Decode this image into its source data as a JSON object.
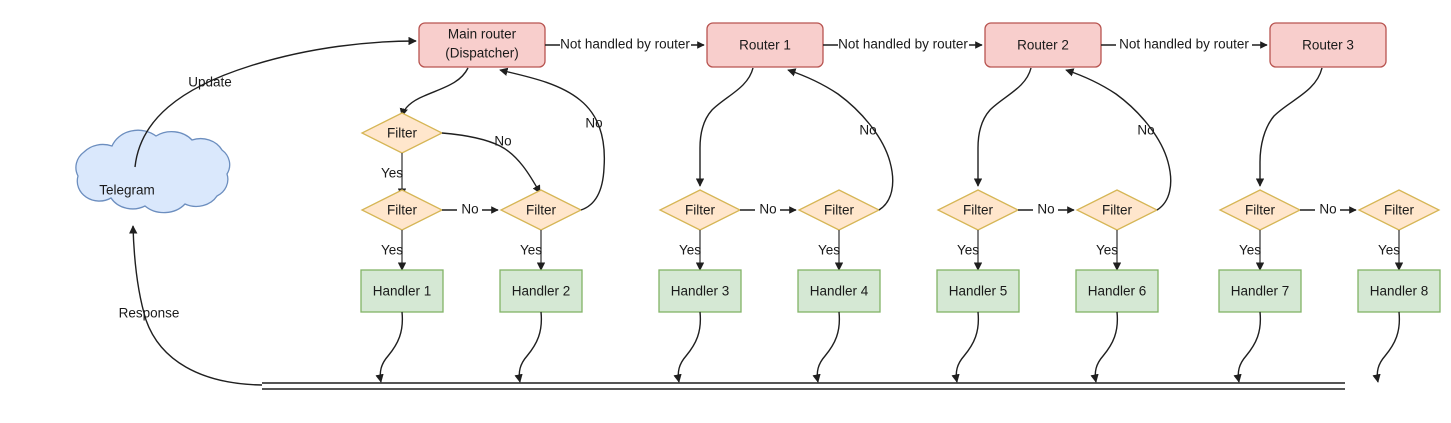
{
  "diagram": {
    "title": "Telegram bot update routing flow",
    "colors": {
      "router_fill": "#f8cecc",
      "router_stroke": "#b85450",
      "filter_fill": "#ffe6cc",
      "filter_stroke": "#d6b656",
      "handler_fill": "#d5e8d4",
      "handler_stroke": "#82b366",
      "cloud_fill": "#dae8fc",
      "cloud_stroke": "#6c8ebf",
      "edge_stroke": "#1f1f1f",
      "background": "#ffffff"
    },
    "source": {
      "label": "Telegram"
    },
    "routers": [
      {
        "id": "dispatcher",
        "line1": "Main router",
        "line2": "(Dispatcher)"
      },
      {
        "id": "router1",
        "line1": "Router 1",
        "line2": ""
      },
      {
        "id": "router2",
        "line1": "Router 2",
        "line2": ""
      },
      {
        "id": "router3",
        "line1": "Router 3",
        "line2": ""
      }
    ],
    "filters": [
      {
        "id": "filter-top-a",
        "label": "Filter"
      },
      {
        "id": "filter-1",
        "label": "Filter"
      },
      {
        "id": "filter-2",
        "label": "Filter"
      },
      {
        "id": "filter-3",
        "label": "Filter"
      },
      {
        "id": "filter-4",
        "label": "Filter"
      },
      {
        "id": "filter-5",
        "label": "Filter"
      },
      {
        "id": "filter-6",
        "label": "Filter"
      },
      {
        "id": "filter-7",
        "label": "Filter"
      },
      {
        "id": "filter-8",
        "label": "Filter"
      }
    ],
    "handlers": [
      {
        "id": "handler1",
        "label": "Handler 1"
      },
      {
        "id": "handler2",
        "label": "Handler 2"
      },
      {
        "id": "handler3",
        "label": "Handler 3"
      },
      {
        "id": "handler4",
        "label": "Handler 4"
      },
      {
        "id": "handler5",
        "label": "Handler 5"
      },
      {
        "id": "handler6",
        "label": "Handler 6"
      },
      {
        "id": "handler7",
        "label": "Handler 7"
      },
      {
        "id": "handler8",
        "label": "Handler 8"
      }
    ],
    "edge_labels": {
      "update": "Update",
      "response": "Response",
      "not_handled": "Not handled by router",
      "yes": "Yes",
      "no": "No"
    },
    "yes_labels": [
      "Yes",
      "Yes",
      "Yes",
      "Yes",
      "Yes",
      "Yes",
      "Yes",
      "Yes",
      "Yes"
    ],
    "no_labels": [
      "No",
      "No",
      "No",
      "No",
      "No",
      "No",
      "No",
      "No"
    ],
    "not_handled_labels": [
      "Not handled by router",
      "Not handled by router",
      "Not handled by router"
    ]
  }
}
